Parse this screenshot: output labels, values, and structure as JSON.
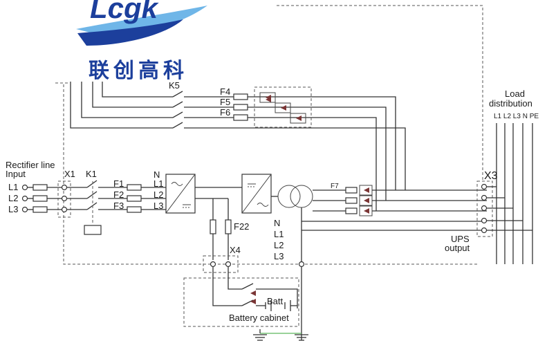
{
  "logo": {
    "wordmark": "Lcgk",
    "chinese": "联创高科"
  },
  "labels": {
    "k5": "K5",
    "f4": "F4",
    "f5": "F5",
    "f6": "F6",
    "load_title_1": "Load",
    "load_title_2": "distribution",
    "load_phases": "L1 L2 L3 N PE",
    "rectifier_1": "Rectifier line",
    "rectifier_2": "Input",
    "x1": "X1",
    "k1": "K1",
    "in_l1": "L1",
    "in_l2": "L2",
    "in_l3": "L3",
    "f1": "F1",
    "f2": "F2",
    "f3": "F3",
    "n_top": "N",
    "l1_top": "L1",
    "l2_top": "L2",
    "l3_top": "L3",
    "f7": "F7",
    "x3": "X3",
    "f22": "F22",
    "n_mid": "N",
    "l1_mid": "L1",
    "l2_mid": "L2",
    "l3_mid": "L3",
    "x4": "X4",
    "ups_1": "UPS",
    "ups_2": "output",
    "batt": "Batt",
    "battery_cabinet": "Battery cabinet"
  },
  "colors": {
    "logo_blue": "#1c3f9c",
    "logo_cyan": "#6fb6e8",
    "thyristor": "#7a3535",
    "ground_green": "#5cb85c"
  }
}
